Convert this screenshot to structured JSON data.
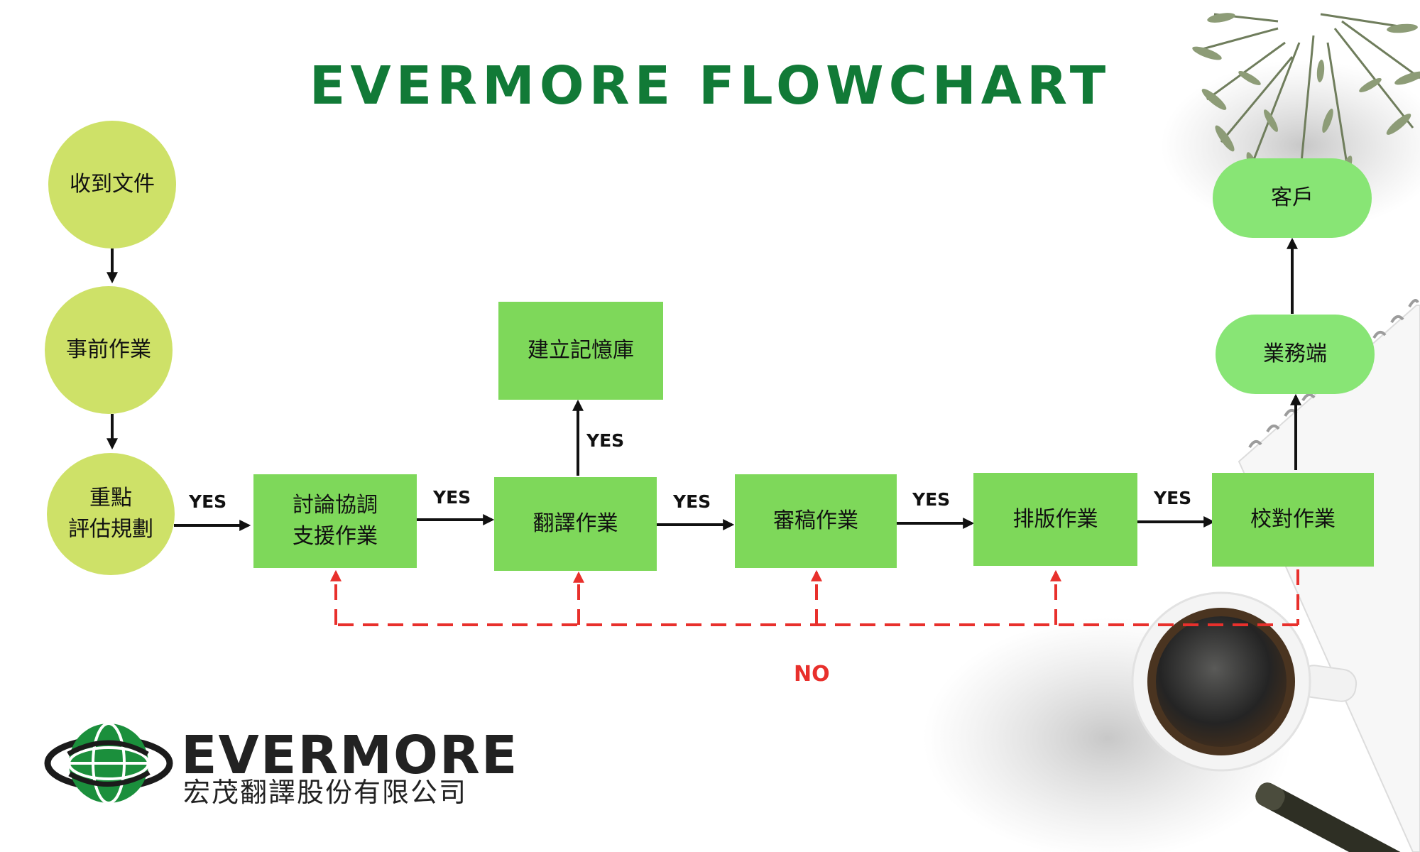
{
  "title": "EVERMORE FLOWCHART",
  "nodes": {
    "receive": "收到文件",
    "pre_work": "事前作業",
    "assess_1": "重點",
    "assess_2": "評估規劃",
    "discuss_1": "討論協調",
    "discuss_2": "支援作業",
    "translate": "翻譯作業",
    "memory": "建立記憶庫",
    "review": "審稿作業",
    "typeset": "排版作業",
    "proof": "校對作業",
    "business": "業務端",
    "client": "客戶"
  },
  "labels": {
    "yes": "YES",
    "no": "NO"
  },
  "brand": {
    "name": "EVERMORE",
    "subtitle": "宏茂翻譯股份有限公司"
  },
  "colors": {
    "title": "#117a37",
    "circle": "#cee168",
    "box": "#7ed85a",
    "pill": "#88e575",
    "no_path": "#e8302c"
  }
}
